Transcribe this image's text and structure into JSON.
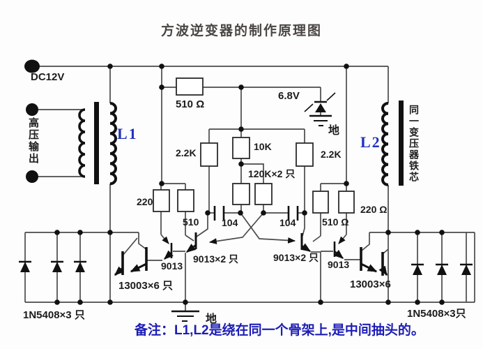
{
  "title": "方波逆变器的制作原理图",
  "note": "备注：L1,L2是绕在同一个骨架上,是中间抽头的。",
  "colors": {
    "coil_label_blue": "#2233bb",
    "note_blue": "#1d1db5",
    "title_color": "#4a4542",
    "wire_gray": "#4a4a4a",
    "ink_black": "#111111"
  },
  "labels": {
    "dc12v": "DC12V",
    "hv_output": "高压输出",
    "l1": "L1",
    "l2": "L2",
    "core_text": "同一变压器铁芯",
    "r510_top": "510 Ω",
    "zener": "6.8V",
    "gnd_top": "地",
    "gnd_bottom": "地",
    "r2k2_left": "2.2K",
    "r10k": "10K",
    "r120k": "120K×2 只",
    "r2k2_right": "2.2K",
    "r220_left": "220",
    "r510_left": "510",
    "c104_left": "104",
    "c104_right": "104",
    "r510_right": "510 Ω",
    "r220_right": "220 Ω",
    "q9013_left": "9013",
    "q9013_pair_left": "9013×2 只",
    "q9013_pair_right": "9013×2 只",
    "q9013_right": "9013",
    "q13003_left": "13003×6 只",
    "q13003_right": "13003×6",
    "d1n5408_left": "1N5408×3 只",
    "d1n5408_right": "1N5408×3只"
  }
}
